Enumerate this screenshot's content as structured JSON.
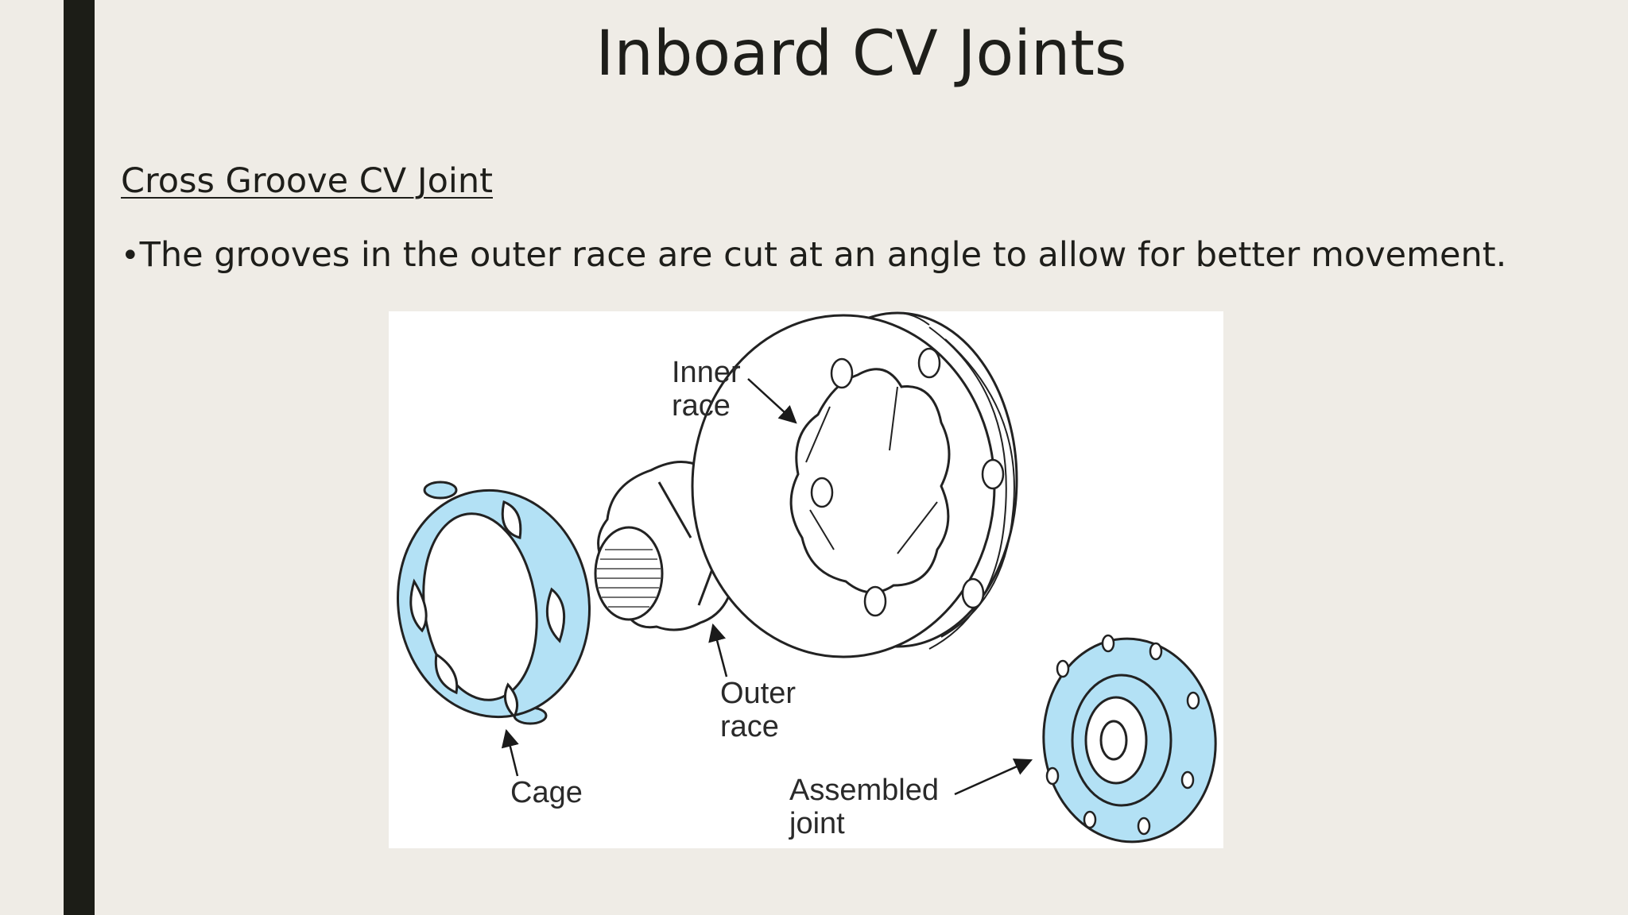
{
  "slide": {
    "title": "Inboard CV Joints",
    "section_heading": "Cross Groove CV Joint",
    "bullet_mark": "•",
    "bullet_text": "The grooves in the outer race are cut at an angle to allow for better movement."
  },
  "figure": {
    "labels": {
      "inner_race_line1": "Inner",
      "inner_race_line2": "race",
      "outer_race_line1": "Outer",
      "outer_race_line2": "race",
      "cage": "Cage",
      "assembled_line1": "Assembled",
      "assembled_line2": "joint"
    }
  },
  "colors": {
    "background": "#efece6",
    "accent_bar": "#1c1d17",
    "part_fill": "#b3e1f5",
    "line": "#2a2a2a"
  }
}
